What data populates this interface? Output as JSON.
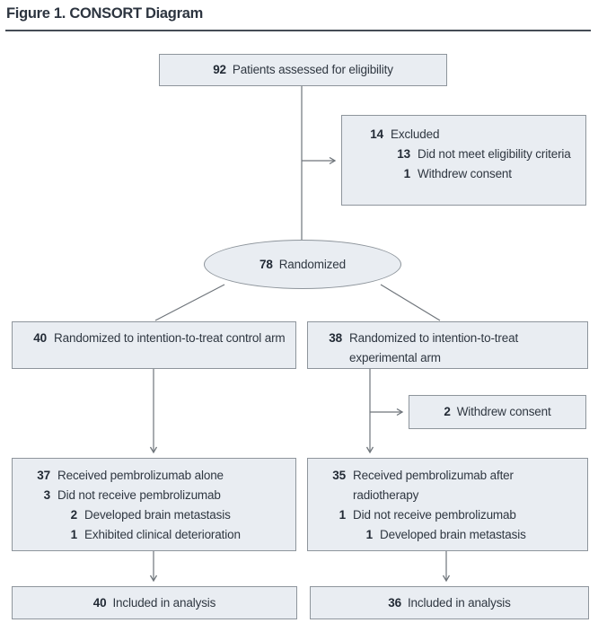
{
  "title": "Figure 1. CONSORT Diagram",
  "colors": {
    "box_fill": "#e9edf2",
    "box_border": "#8e959c",
    "connector_line": "#6f757b",
    "text": "#2f3741",
    "number_text": "#222a35",
    "title_rule": "#454c55"
  },
  "flow": {
    "assessed": {
      "num": "92",
      "label": "Patients assessed for eligibility"
    },
    "excluded": {
      "rows": [
        {
          "num": "14",
          "label": "Excluded"
        },
        {
          "num": "13",
          "label": "Did not meet eligibility criteria"
        },
        {
          "num": "1",
          "label": "Withdrew consent"
        }
      ]
    },
    "randomized": {
      "num": "78",
      "label": "Randomized"
    },
    "control_arm": {
      "num": "40",
      "label": "Randomized to intention-to-treat control arm"
    },
    "experimental_arm": {
      "num": "38",
      "label": "Randomized to intention-to-treat experimental arm"
    },
    "withdrew": {
      "num": "2",
      "label": "Withdrew consent"
    },
    "control_received": {
      "rows": [
        {
          "num": "37",
          "label": "Received pembrolizumab alone"
        },
        {
          "num": "3",
          "label": "Did not receive pembrolizumab"
        },
        {
          "num": "2",
          "label": "Developed brain metastasis"
        },
        {
          "num": "1",
          "label": "Exhibited clinical deterioration"
        }
      ]
    },
    "experimental_received": {
      "rows": [
        {
          "num": "35",
          "label": "Received pembrolizumab after radiotherapy"
        },
        {
          "num": "1",
          "label": "Did not receive pembrolizumab"
        },
        {
          "num": "1",
          "label": "Developed brain metastasis"
        }
      ]
    },
    "control_analysis": {
      "num": "40",
      "label": "Included in analysis"
    },
    "experimental_analysis": {
      "num": "36",
      "label": "Included in analysis"
    }
  }
}
